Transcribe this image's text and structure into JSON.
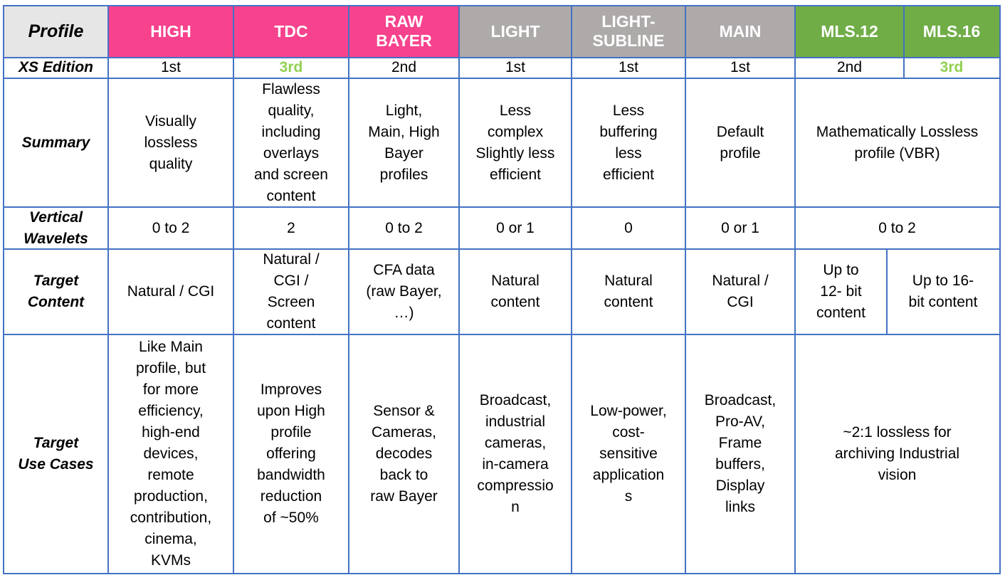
{
  "colors": {
    "pink": "#f7428d",
    "gray": "#aeaaaa",
    "green": "#70ad47",
    "label_bg": "#e7e6e6",
    "grid_line": "#4472c4",
    "edition_green": "#92d050"
  },
  "table": {
    "row_labels": {
      "profile": "Profile",
      "edition": "XS Edition",
      "summary": "Summary",
      "wavelets": "Vertical\nWavelets",
      "content": "Target\nContent",
      "usecases": "Target\nUse Cases"
    },
    "profiles": [
      "HIGH",
      "TDC",
      "RAW\nBAYER",
      "LIGHT",
      "LIGHT-\nSUBLINE",
      "MAIN",
      "MLS.12",
      "MLS.16"
    ],
    "editions": [
      "1st",
      "3rd",
      "2nd",
      "1st",
      "1st",
      "1st",
      "2nd",
      "3rd"
    ],
    "summary": [
      "Visually\nlossless\nquality",
      "Flawless\nquality,\nincluding\noverlays\nand screen\ncontent",
      "Light,\nMain, High\nBayer\nprofiles",
      "Less\ncomplex\nSlightly less\nefficient",
      "Less\nbuffering\nless\nefficient",
      "Default\nprofile",
      "Mathematically Lossless\nprofile (VBR)"
    ],
    "wavelets": [
      "0 to 2",
      "2",
      "0 to 2",
      "0 or 1",
      "0",
      "0 or 1",
      "0 to 2"
    ],
    "content": [
      "Natural / CGI",
      "Natural /\nCGI /\nScreen\ncontent",
      "CFA data\n(raw Bayer,\n…)",
      "Natural\ncontent",
      "Natural\ncontent",
      "Natural /\nCGI",
      "Up to\n12- bit\ncontent",
      "Up to 16-\nbit content"
    ],
    "usecases": [
      "Like Main\nprofile, but\nfor more\nefficiency,\nhigh-end\ndevices,\nremote\nproduction,\ncontribution,\ncinema,\nKVMs",
      "Improves\nupon High\nprofile\noffering\nbandwidth\nreduction\nof ~50%",
      "Sensor &\nCameras,\ndecodes\nback to\nraw Bayer",
      "Broadcast,\nindustrial\ncameras,\nin-camera\ncompressio\nn",
      "Low-power,\ncost-\nsensitive\napplication\ns",
      "Broadcast,\nPro-AV,\nFrame\nbuffers,\nDisplay\nlinks",
      "~2:1 lossless for\narchiving Industrial\nvision"
    ]
  }
}
